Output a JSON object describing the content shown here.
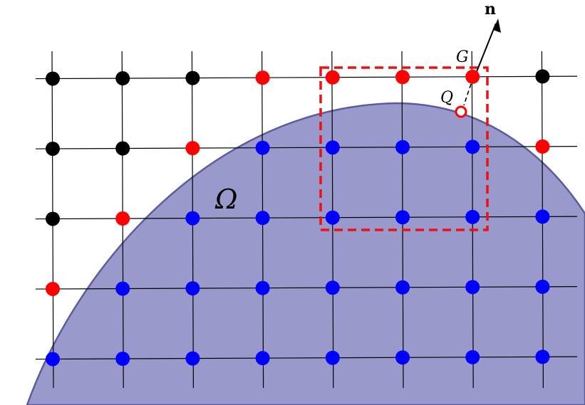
{
  "diagram": {
    "grid": {
      "cols": 8,
      "rows": 5,
      "node_states": [
        [
          "black",
          "black",
          "black",
          "red",
          "red",
          "red",
          "red",
          "black"
        ],
        [
          "black",
          "black",
          "red",
          "blue",
          "blue",
          "blue",
          "blue",
          "red"
        ],
        [
          "black",
          "red",
          "blue",
          "blue",
          "blue",
          "blue",
          "blue",
          "blue"
        ],
        [
          "red",
          "blue",
          "blue",
          "blue",
          "blue",
          "blue",
          "blue",
          "blue"
        ],
        [
          "blue",
          "blue",
          "blue",
          "blue",
          "blue",
          "blue",
          "blue",
          "blue"
        ]
      ]
    },
    "labels": {
      "domain": "Ω",
      "ghost_point": "G",
      "boundary_point": "Q",
      "normal": "n"
    },
    "colors": {
      "domain_fill": "#9999cc",
      "domain_edge": "#5c5c9c",
      "interior_node": "#0000ff",
      "ghost_node": "#ff0000",
      "exterior_node": "#000000",
      "stencil_box": "#ee1111",
      "grid_line": "#000000"
    }
  }
}
